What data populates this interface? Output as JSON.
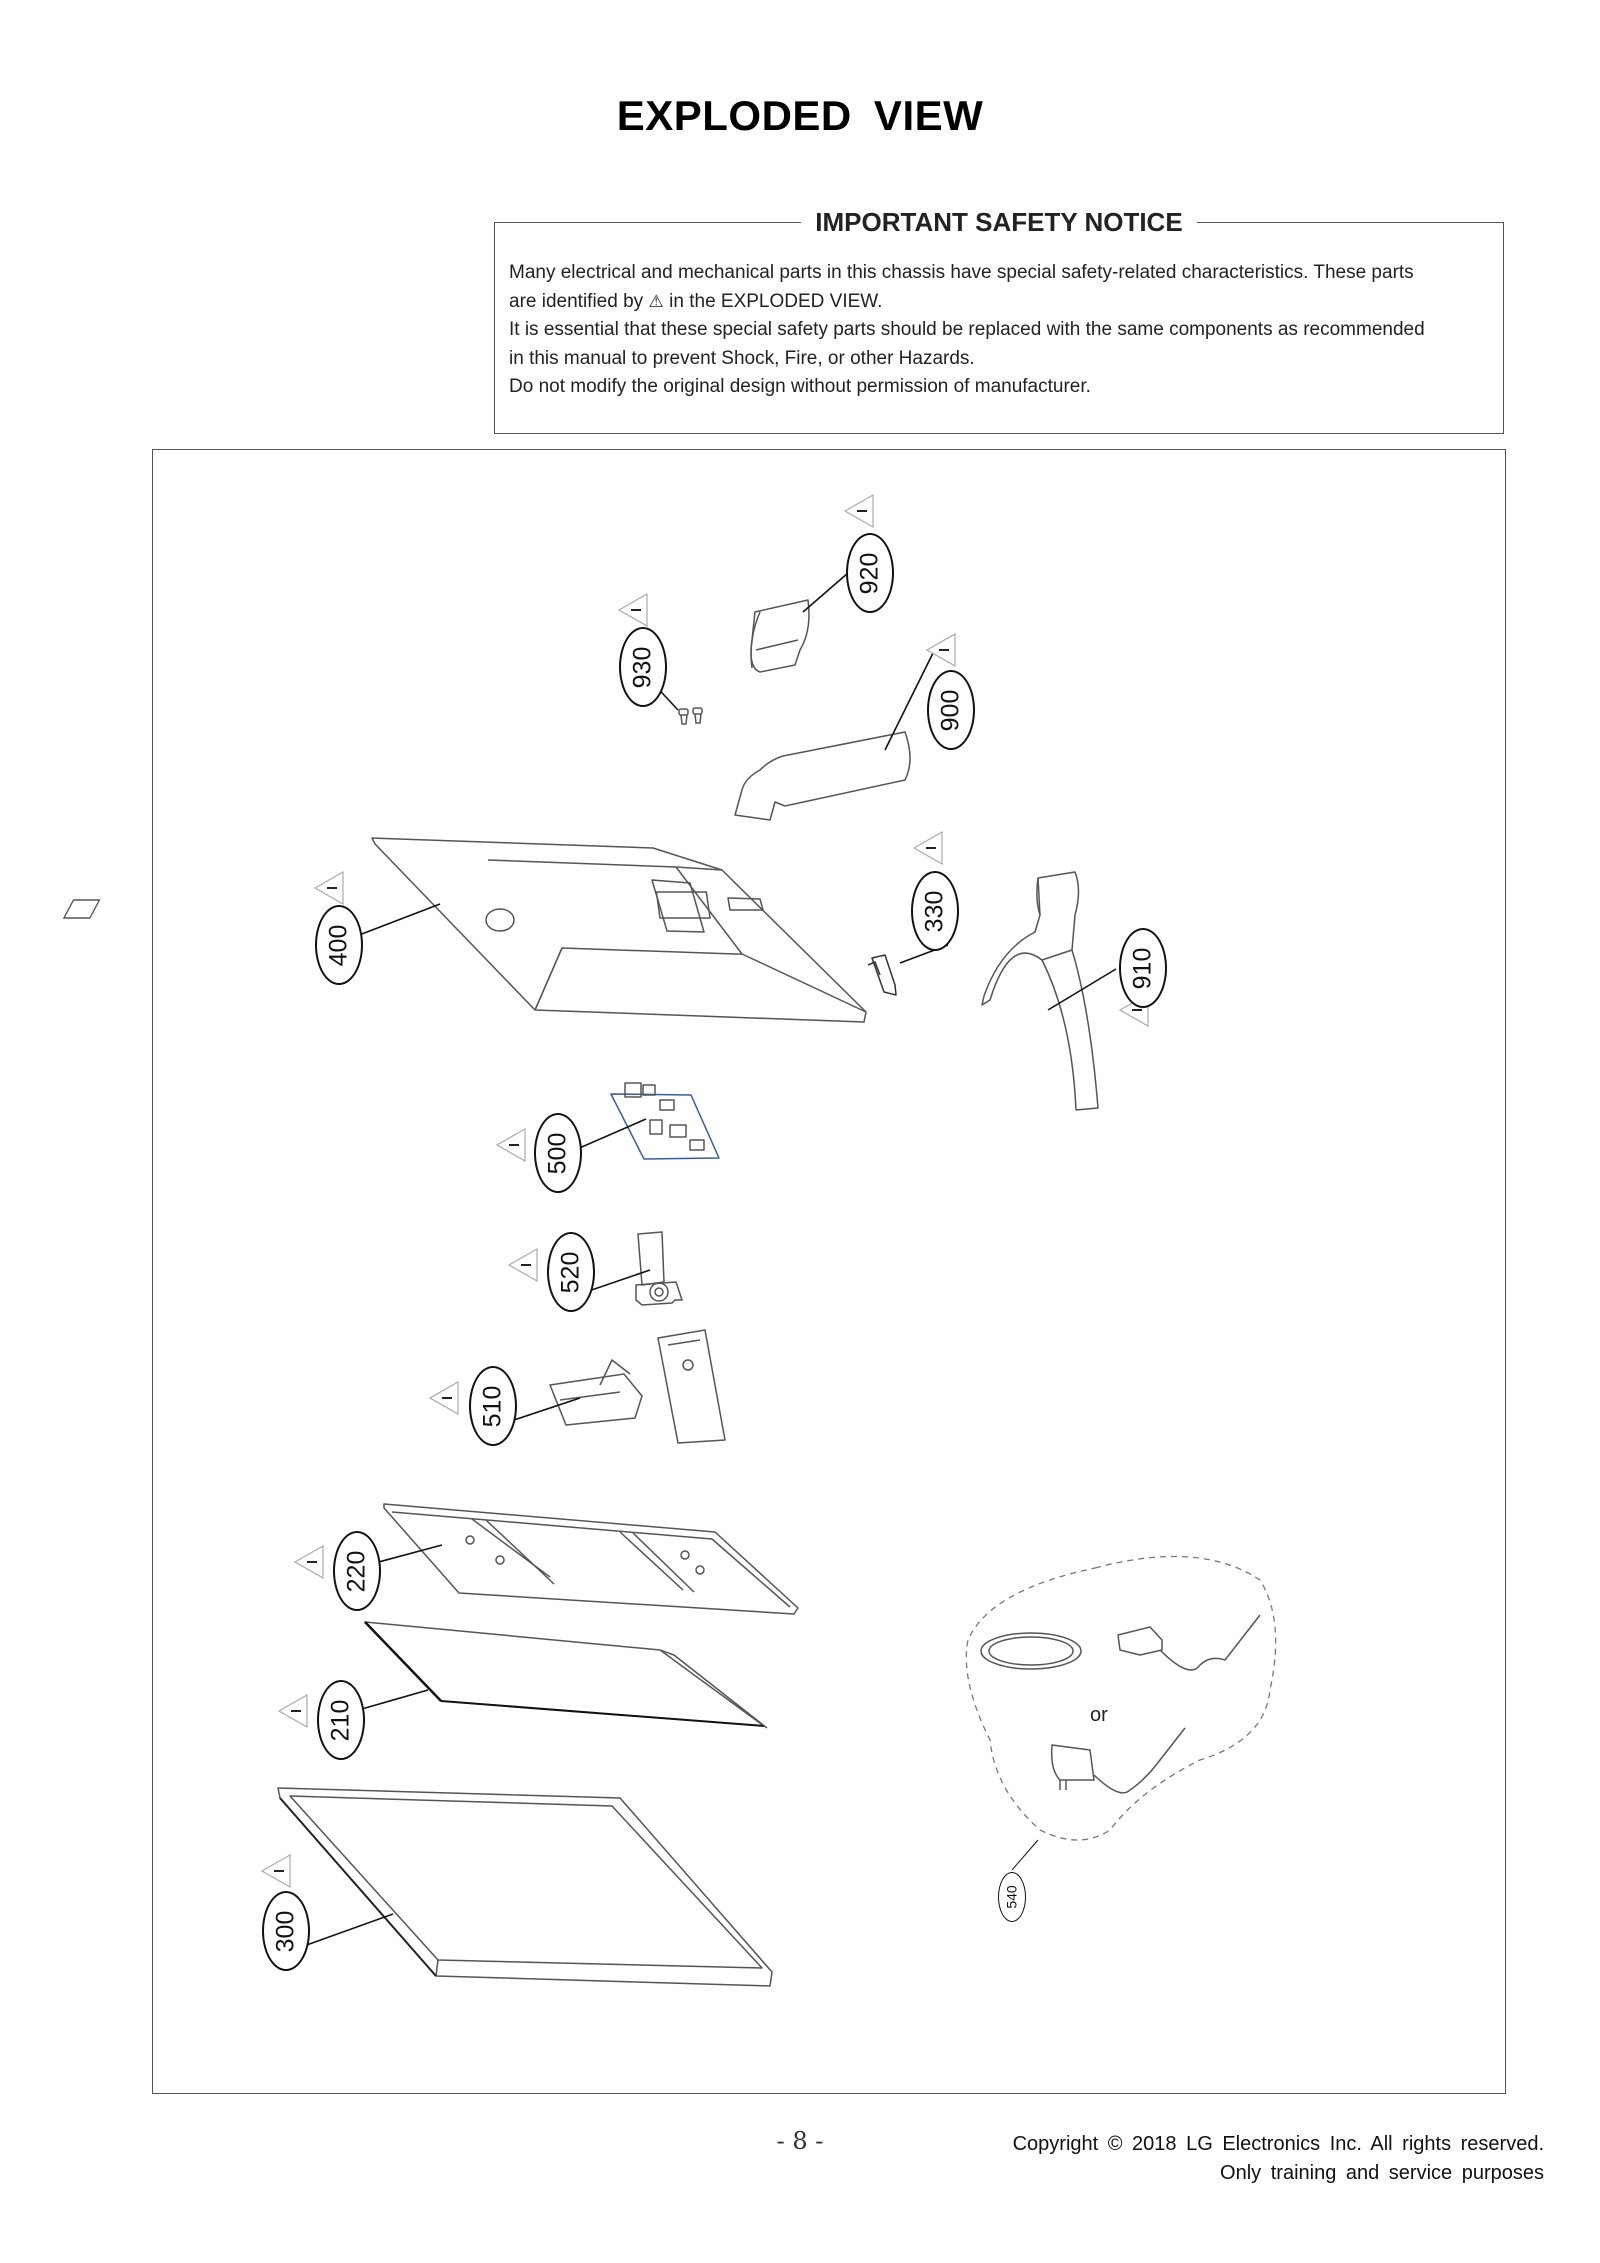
{
  "page": {
    "title": "EXPLODED  VIEW",
    "page_number": "- 8 -"
  },
  "safety_notice": {
    "title": "IMPORTANT SAFETY NOTICE",
    "line1": "Many electrical and mechanical parts in this chassis have special safety-related characteristics. These parts",
    "line2_before": "are identified by",
    "line2_symbol": "⚠",
    "line2_after": "in the  EXPLODED VIEW.",
    "line3": "It is essential that these special safety parts should be replaced with the same components as recommended",
    "line4": "in this manual to prevent Shock, Fire, or other Hazards.",
    "line5": "Do not modify the original design without permission of manufacturer."
  },
  "diagram": {
    "parts": [
      {
        "id": "920",
        "label": "920",
        "safety": true
      },
      {
        "id": "930",
        "label": "930",
        "safety": true
      },
      {
        "id": "900",
        "label": "900",
        "safety": true
      },
      {
        "id": "400",
        "label": "400",
        "safety": true
      },
      {
        "id": "330",
        "label": "330",
        "safety": true
      },
      {
        "id": "910",
        "label": "910",
        "safety": true
      },
      {
        "id": "500",
        "label": "500",
        "safety": true
      },
      {
        "id": "520",
        "label": "520",
        "safety": true
      },
      {
        "id": "510",
        "label": "510",
        "safety": true
      },
      {
        "id": "220",
        "label": "220",
        "safety": true
      },
      {
        "id": "210",
        "label": "210",
        "safety": true
      },
      {
        "id": "300",
        "label": "300",
        "safety": true
      },
      {
        "id": "540",
        "label": "540",
        "safety": false
      }
    ],
    "or_label": "or",
    "warning_icon": "warning-triangle-icon",
    "colors": {
      "line": "#111111",
      "part_outline": "#555555",
      "warning_triangle": "#aaaaaa",
      "pcb_edge": "#3a5a9a",
      "dashed_group": "#777777"
    }
  },
  "footer": {
    "copyright": "Copyright © 2018 LG Electronics Inc. All rights reserved.",
    "purpose": "Only training and service purposes"
  }
}
